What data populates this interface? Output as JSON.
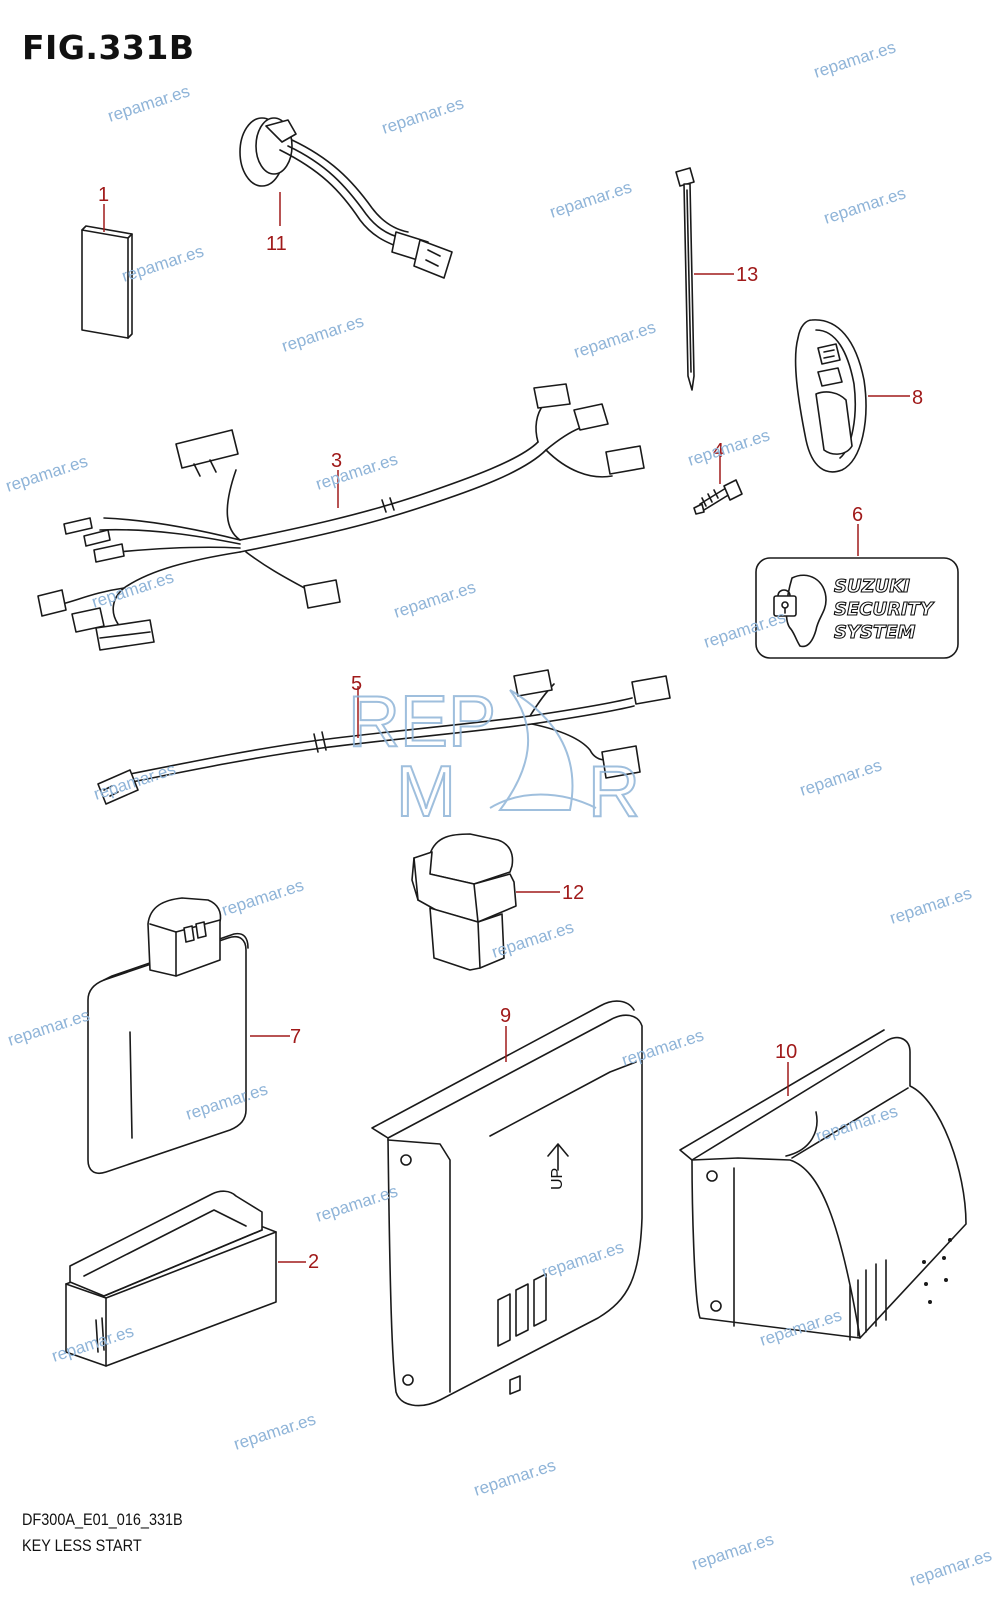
{
  "figure": {
    "title": "FIG.331B",
    "code": "DF300A_E01_016_331B",
    "name": "KEY LESS START"
  },
  "callouts": {
    "c1": "1",
    "c2": "2",
    "c3": "3",
    "c4": "4",
    "c5": "5",
    "c6": "6",
    "c7": "7",
    "c8": "8",
    "c9": "9",
    "c10": "10",
    "c11": "11",
    "c12": "12",
    "c13": "13"
  },
  "sticker": {
    "line1": "SUZUKI",
    "line2": "SECURITY",
    "line3": "SYSTEM"
  },
  "ecu_mark": "UP",
  "watermark": {
    "text": "repamar.es",
    "logo_top": "REP",
    "logo_bottom_left": "M",
    "logo_bottom_right": "R",
    "color": "#8fb4d8"
  },
  "colors": {
    "callout": "#a01a1a",
    "line": "#1a1a1a"
  }
}
